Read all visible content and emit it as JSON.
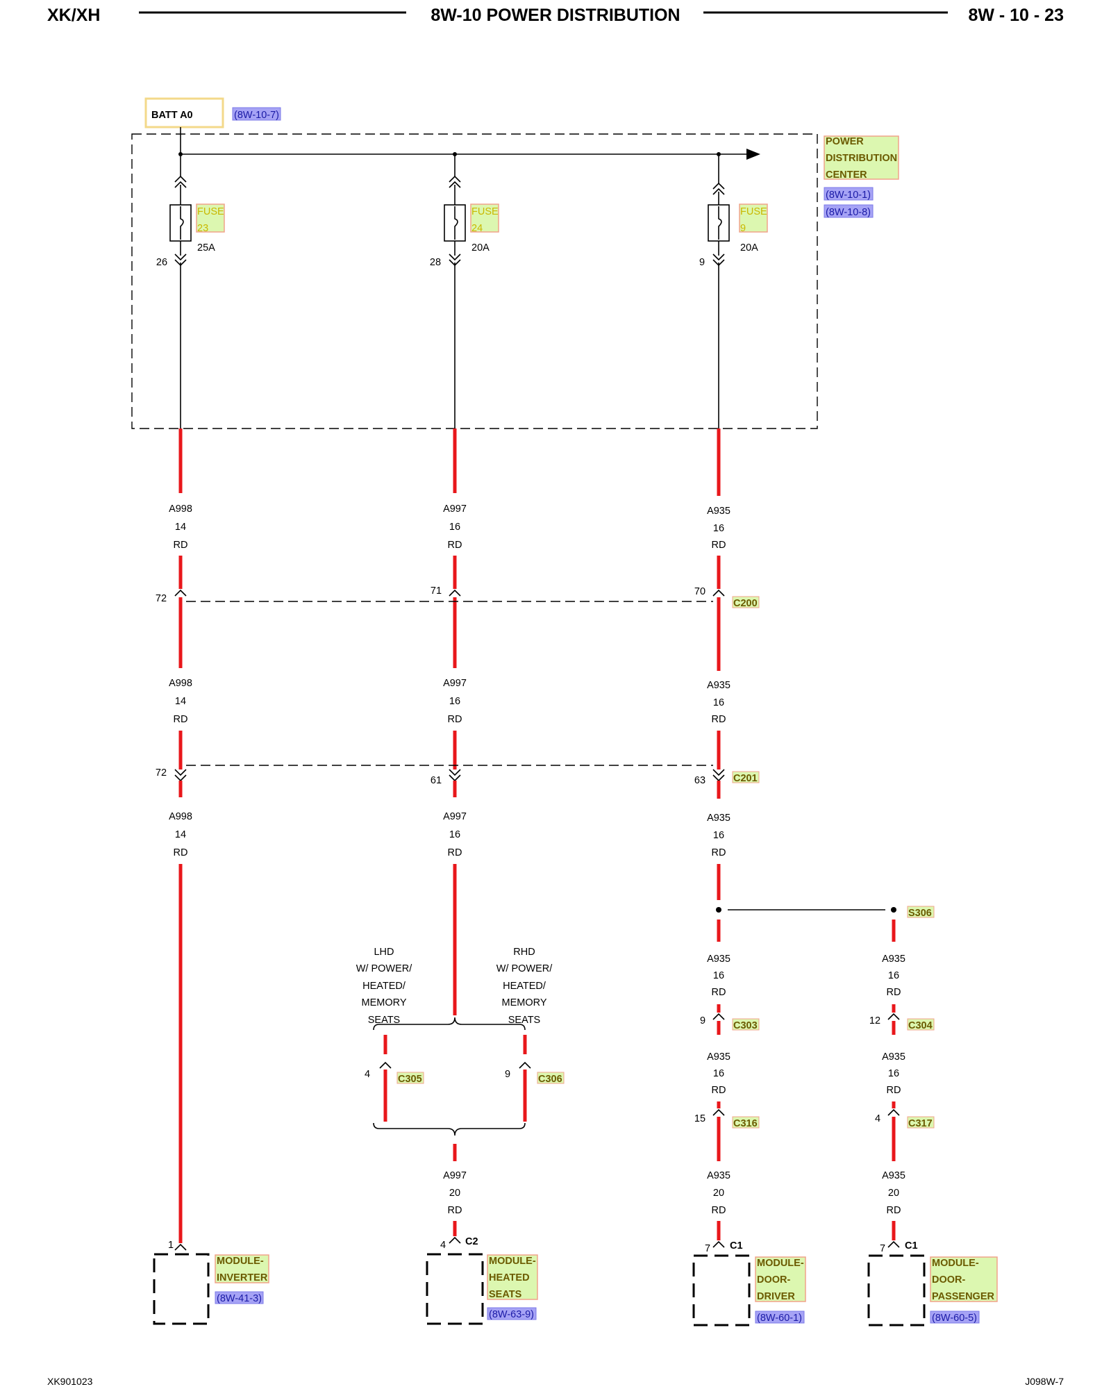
{
  "header": {
    "left": "XK/XH",
    "center": "8W-10 POWER DISTRIBUTION",
    "right": "8W - 10 - 23"
  },
  "footer": {
    "left": "XK901023",
    "right": "J098W-7"
  },
  "battery": {
    "label": "BATT A0",
    "ref": "(8W-10-7)"
  },
  "pdc": {
    "name_lines": [
      "POWER",
      "DISTRIBUTION",
      "CENTER"
    ],
    "refs": [
      "(8W-10-1)",
      "(8W-10-8)"
    ]
  },
  "fuses": [
    {
      "label": "FUSE",
      "number": "23",
      "rating": "25A",
      "pin": "26"
    },
    {
      "label": "FUSE",
      "number": "24",
      "rating": "20A",
      "pin": "28"
    },
    {
      "label": "FUSE",
      "number": "9",
      "rating": "20A",
      "pin": "9"
    }
  ],
  "wires": {
    "col1_a": [
      "A998",
      "14",
      "RD"
    ],
    "col1_b": [
      "A998",
      "14",
      "RD"
    ],
    "col1_c": [
      "A998",
      "14",
      "RD"
    ],
    "col2_a": [
      "A997",
      "16",
      "RD"
    ],
    "col2_b": [
      "A997",
      "16",
      "RD"
    ],
    "col2_c": [
      "A997",
      "16",
      "RD"
    ],
    "col2_d": [
      "A997",
      "20",
      "RD"
    ],
    "col3_a": [
      "A935",
      "16",
      "RD"
    ],
    "col3_b": [
      "A935",
      "16",
      "RD"
    ],
    "col3_c": [
      "A935",
      "16",
      "RD"
    ],
    "col3_d": [
      "A935",
      "16",
      "RD"
    ],
    "col3_e": [
      "A935",
      "16",
      "RD"
    ],
    "col3_f": [
      "A935",
      "20",
      "RD"
    ],
    "col4_d": [
      "A935",
      "16",
      "RD"
    ],
    "col4_e": [
      "A935",
      "16",
      "RD"
    ],
    "col4_f": [
      "A935",
      "20",
      "RD"
    ]
  },
  "connectors": {
    "c200": {
      "name": "C200",
      "pins": [
        "72",
        "71",
        "70"
      ]
    },
    "c201": {
      "name": "C201",
      "pins": [
        "72",
        "61",
        "63"
      ]
    },
    "s306": {
      "name": "S306"
    },
    "c303": {
      "name": "C303",
      "pin": "9"
    },
    "c304": {
      "name": "C304",
      "pin": "12"
    },
    "c305": {
      "name": "C305",
      "pin": "4"
    },
    "c306": {
      "name": "C306",
      "pin": "9"
    },
    "c316": {
      "name": "C316",
      "pin": "15"
    },
    "c317": {
      "name": "C317",
      "pin": "4"
    }
  },
  "options": {
    "lhd": [
      "LHD",
      "W/ POWER/",
      "HEATED/",
      "MEMORY",
      "SEATS"
    ],
    "rhd": [
      "RHD",
      "W/ POWER/",
      "HEATED/",
      "MEMORY",
      "SEATS"
    ]
  },
  "modules": [
    {
      "name_lines": [
        "MODULE-",
        "INVERTER"
      ],
      "ref": "(8W-41-3)",
      "pin": "1",
      "conn": ""
    },
    {
      "name_lines": [
        "MODULE-",
        "HEATED",
        "SEATS"
      ],
      "ref": "(8W-63-9)",
      "pin": "4",
      "conn": "C2"
    },
    {
      "name_lines": [
        "MODULE-",
        "DOOR-",
        "DRIVER"
      ],
      "ref": "(8W-60-1)",
      "pin": "7",
      "conn": "C1"
    },
    {
      "name_lines": [
        "MODULE-",
        "DOOR-",
        "PASSENGER"
      ],
      "ref": "(8W-60-5)",
      "pin": "7",
      "conn": "C1"
    }
  ]
}
